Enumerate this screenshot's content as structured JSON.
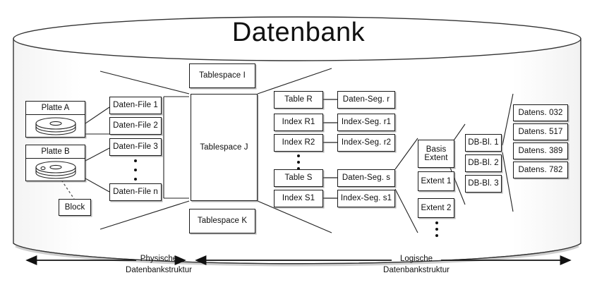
{
  "title": "Datenbank",
  "physical": {
    "disks": [
      {
        "name": "Platte A",
        "icon": "disk-platter-icon"
      },
      {
        "name": "Platte B",
        "icon": "disk-platter-icon"
      }
    ],
    "block_label": "Block",
    "data_files": [
      "Daten-File 1",
      "Daten-File 2",
      "Daten-File 3",
      "Daten-File n"
    ],
    "data_files_ellipsis": "vertical-dots"
  },
  "tablespaces": [
    "Tablespace I",
    "Tablespace J",
    "Tablespace K"
  ],
  "logical": {
    "objects": [
      "Table R",
      "Index R1",
      "Index R2",
      "Table S",
      "Index S1"
    ],
    "segments": [
      "Daten-Seg. r",
      "Index-Seg. r1",
      "Index-Seg. r2",
      "Daten-Seg. s",
      "Index-Seg. s1"
    ],
    "objects_ellipsis": "vertical-dots",
    "extents": [
      "Basis Extent",
      "Extent 1",
      "Extent 2"
    ],
    "extent_basis_line1": "Basis",
    "extent_basis_line2": "Extent",
    "extents_ellipsis": "vertical-dots",
    "blocks": [
      "DB-Bl. 1",
      "DB-Bl. 2",
      "DB-Bl. 3"
    ],
    "records": [
      "Datens. 032",
      "Datens. 517",
      "Datens. 389",
      "Datens. 782"
    ]
  },
  "footer": {
    "physical_line1": "Physische",
    "physical_line2": "Datenbankstruktur",
    "logical_line1": "Logische",
    "logical_line2": "Datenbankstruktur"
  },
  "colors": {
    "stroke": "#1a1a1a",
    "background": "#ffffff",
    "shadow": "#787878"
  }
}
